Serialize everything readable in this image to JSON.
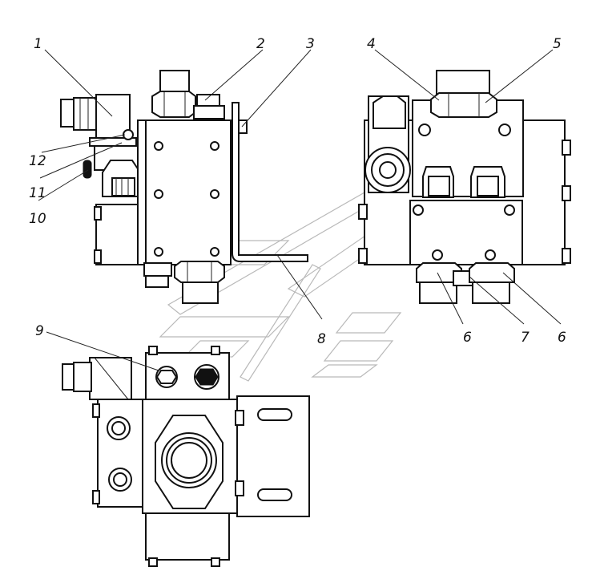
{
  "callouts": [
    {
      "id": "1",
      "text": "1"
    },
    {
      "id": "2",
      "text": "2"
    },
    {
      "id": "3",
      "text": "3"
    },
    {
      "id": "4",
      "text": "4"
    },
    {
      "id": "5",
      "text": "5"
    },
    {
      "id": "6a",
      "text": "6"
    },
    {
      "id": "6b",
      "text": "6"
    },
    {
      "id": "7",
      "text": "7"
    },
    {
      "id": "8",
      "text": "8"
    },
    {
      "id": "9",
      "text": "9"
    },
    {
      "id": "10",
      "text": "10"
    },
    {
      "id": "11",
      "text": "11"
    },
    {
      "id": "12",
      "text": "12"
    }
  ]
}
